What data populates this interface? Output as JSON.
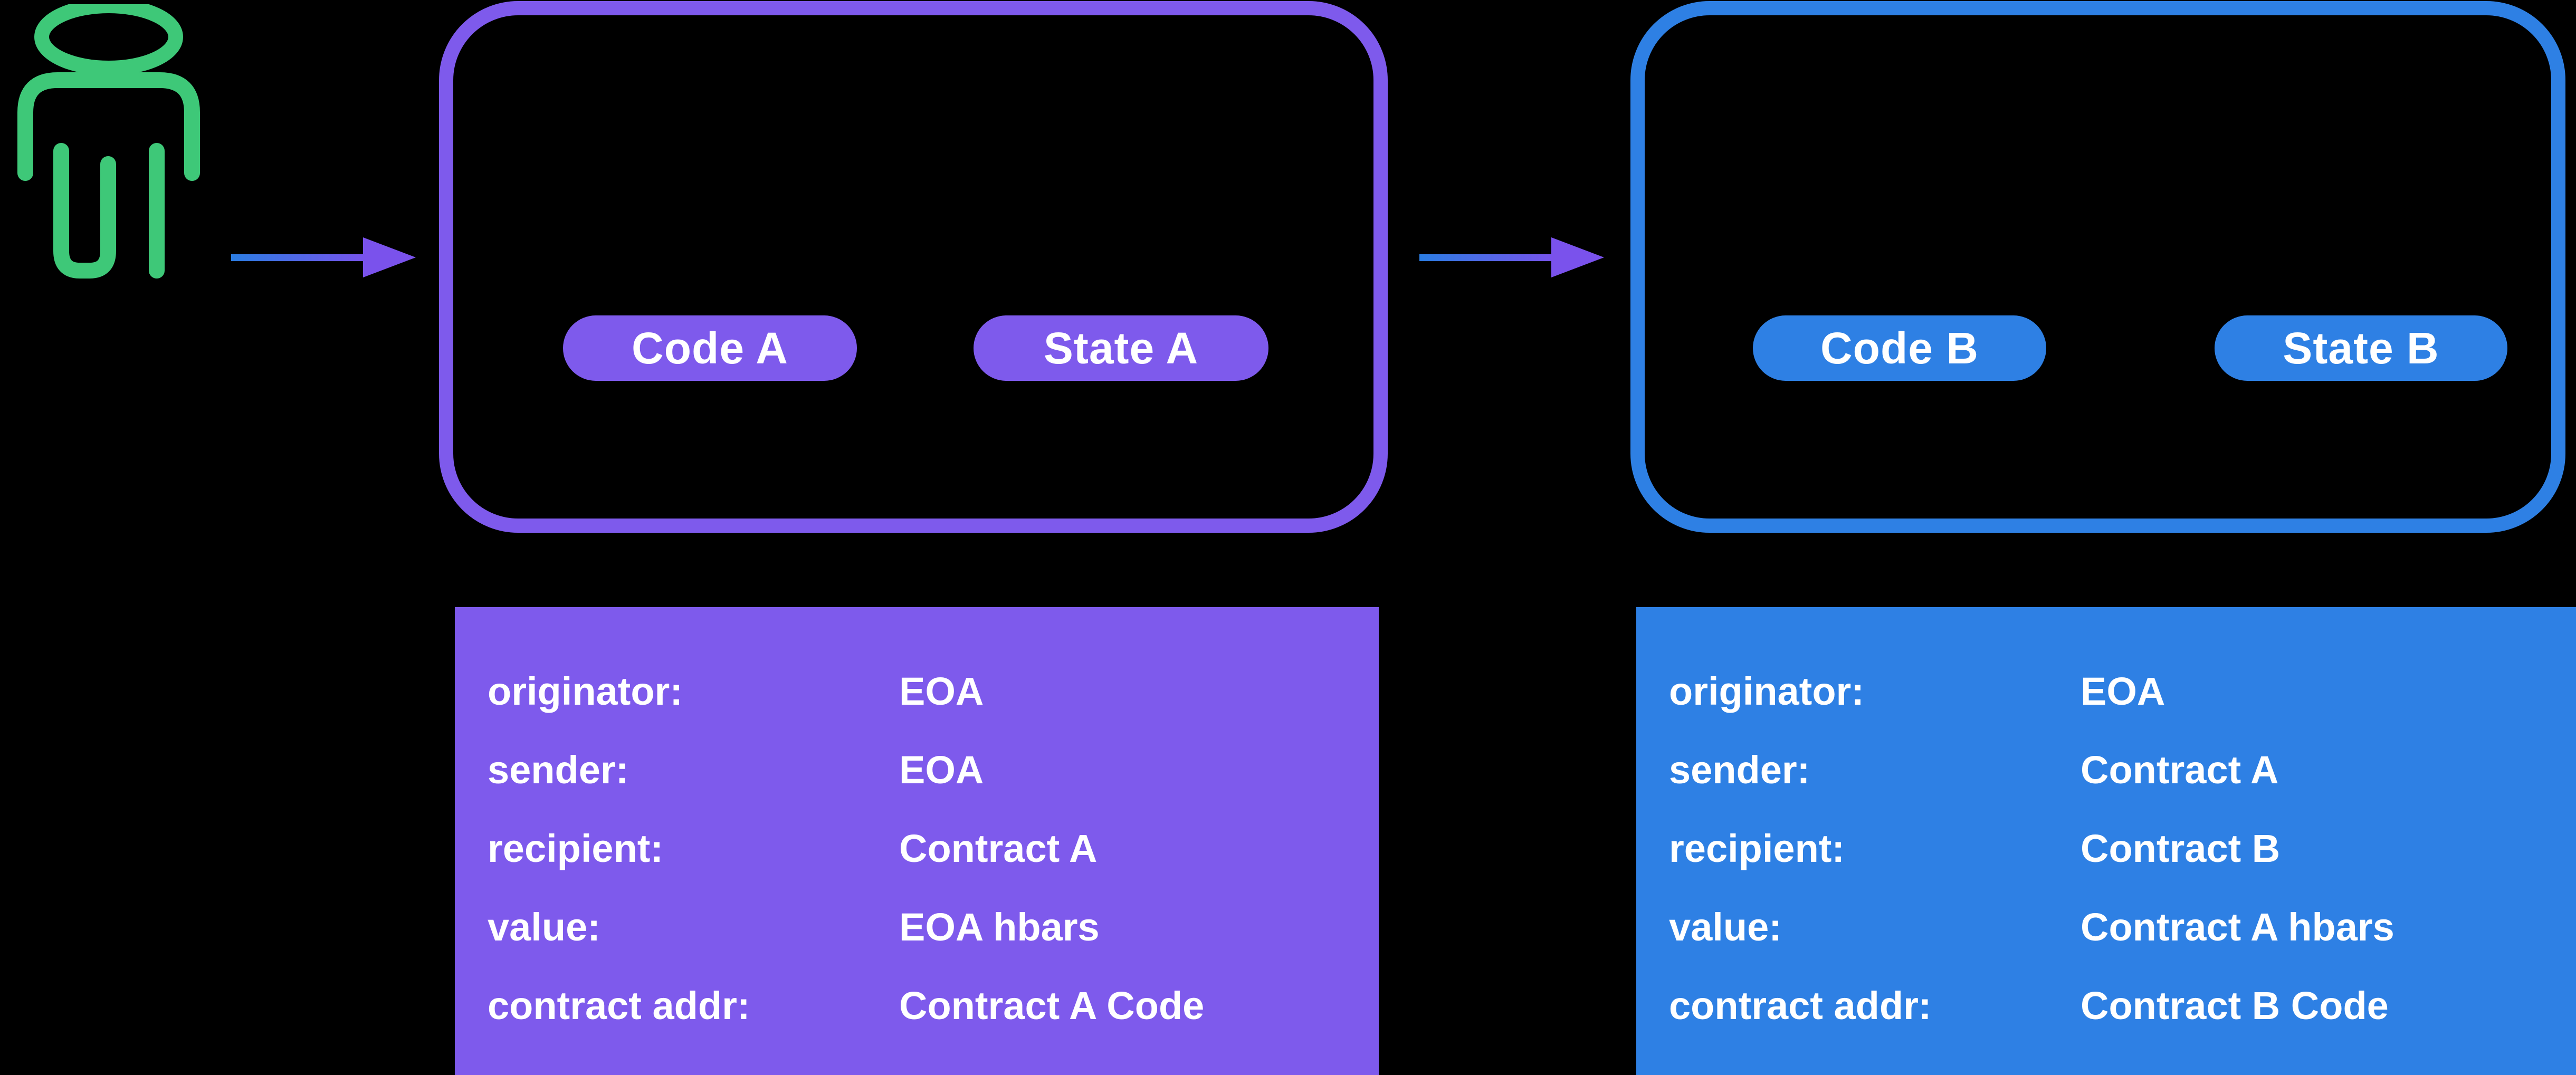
{
  "colors": {
    "background": "#000000",
    "green": "#3ec878",
    "purple": "#7e5aec",
    "blue": "#2e80e4",
    "arrow_gradient_start": "#2b7de2",
    "arrow_gradient_end": "#7a52ec",
    "text": "#ffffff"
  },
  "icons": {
    "actor": "person-icon",
    "flow_a": "arrow-right-icon",
    "flow_b": "arrow-right-icon"
  },
  "contract_a": {
    "code_pill": "Code A",
    "state_pill": "State A",
    "details": {
      "rows": [
        {
          "label": "originator:",
          "value": "EOA"
        },
        {
          "label": "sender:",
          "value": "EOA"
        },
        {
          "label": "recipient:",
          "value": "Contract A"
        },
        {
          "label": "value:",
          "value": "EOA hbars"
        },
        {
          "label": "contract addr:",
          "value": "Contract A Code"
        }
      ]
    }
  },
  "contract_b": {
    "code_pill": "Code B",
    "state_pill": "State B",
    "details": {
      "rows": [
        {
          "label": "originator:",
          "value": "EOA"
        },
        {
          "label": "sender:",
          "value": "Contract A"
        },
        {
          "label": "recipient:",
          "value": "Contract B"
        },
        {
          "label": "value:",
          "value": "Contract A hbars"
        },
        {
          "label": "contract addr:",
          "value": "Contract B Code"
        }
      ]
    }
  }
}
